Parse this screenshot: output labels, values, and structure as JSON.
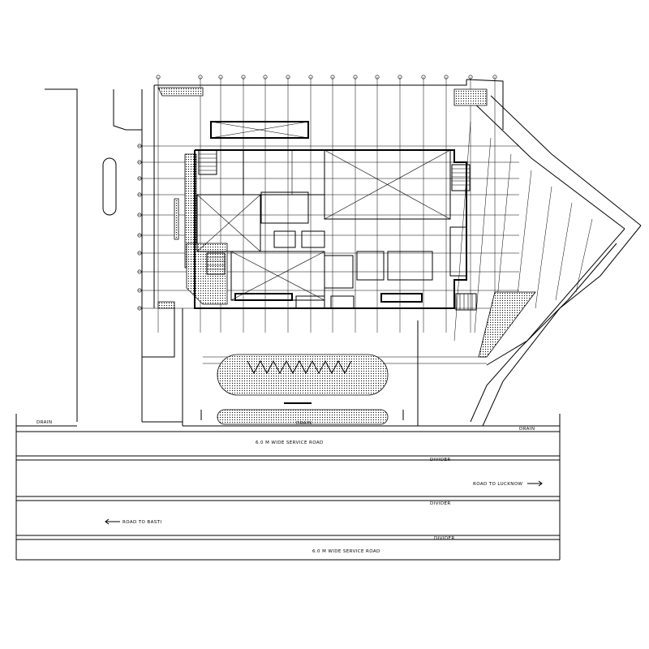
{
  "roads": {
    "drain_left": "DRAIN",
    "drain_right": "DRAIN",
    "drain_center": "DRAIN",
    "service_road_top": "6.0 M WIDE SERVICE ROAD",
    "service_road_bottom": "6.0 M WIDE SERVICE ROAD",
    "divider_1": "DIVIDER",
    "divider_2": "DIVIDER",
    "divider_3": "DIVIDER",
    "road_to_lucknow": "ROAD TO LUCKNOW",
    "road_to_basti": "ROAD TO BASTI"
  },
  "colors": {
    "line": "#000000",
    "background": "#ffffff"
  }
}
